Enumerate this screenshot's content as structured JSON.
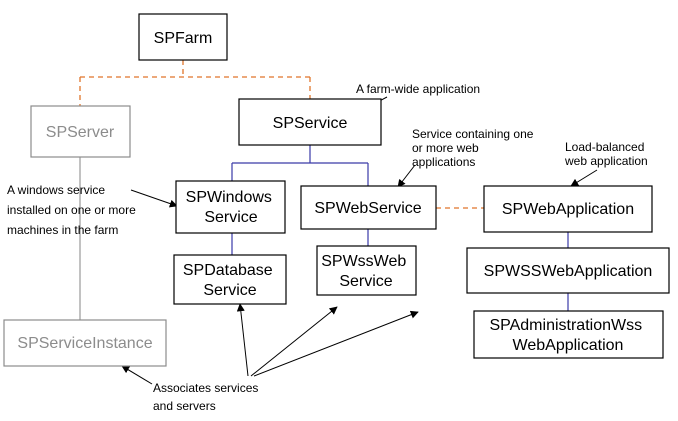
{
  "nodes": {
    "spfarm": {
      "lines": [
        "SPFarm"
      ]
    },
    "spserver": {
      "lines": [
        "SPServer"
      ]
    },
    "spservice": {
      "lines": [
        "SPService"
      ]
    },
    "spwindowsservice": {
      "lines": [
        "SPWindows",
        "Service"
      ]
    },
    "spwebservice": {
      "lines": [
        "SPWebService"
      ]
    },
    "spwebapplication": {
      "lines": [
        "SPWebApplication"
      ]
    },
    "spdatabaseservice": {
      "lines": [
        "SPDatabase",
        "Service"
      ]
    },
    "spwsswebservice": {
      "lines": [
        "SPWssWeb",
        "Service"
      ]
    },
    "spwsswebapplication": {
      "lines": [
        "SPWSSWebApplication"
      ]
    },
    "spadministrationwsswebapplication": {
      "lines": [
        "SPAdministrationWss",
        "WebApplication"
      ]
    },
    "spserviceinstance": {
      "lines": [
        "SPServiceInstance"
      ]
    }
  },
  "annotations": {
    "farm_wide": [
      "A farm-wide  application"
    ],
    "service_containing": [
      "Service containing one",
      "or more web",
      "applications"
    ],
    "load_balanced": [
      "Load-balanced",
      "web application"
    ],
    "windows_service": [
      "A windows service",
      "installed on one or more",
      "machines in the farm"
    ],
    "associates": [
      "Associates services",
      "and servers"
    ]
  },
  "colors": {
    "dashed_connector": "#e0752b",
    "hierarchy_line": "#3a3aa8",
    "instance_line": "#9a9a9a",
    "inactive_node": "#8c8c8c"
  }
}
